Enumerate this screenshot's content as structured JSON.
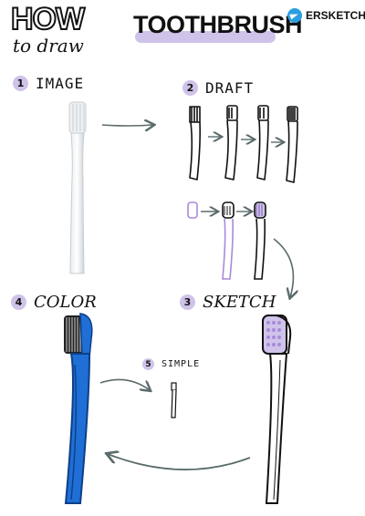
{
  "header": {
    "how": "HOW",
    "to_draw": "to draw",
    "title": "TOOTHBRUSH",
    "brand": "ERSKETCH",
    "brand_icon": "telegram-icon"
  },
  "steps": [
    {
      "number": "1",
      "label": "IMAGE"
    },
    {
      "number": "2",
      "label": "DRAFT"
    },
    {
      "number": "3",
      "label": "SKETCH"
    },
    {
      "number": "4",
      "label": "COLOR"
    },
    {
      "number": "5",
      "label": "SIMPLE"
    }
  ],
  "colors": {
    "accent_lavender": "#cfc3ea",
    "bristle_purple": "#a98ad9",
    "handle_blue": "#1f6fd6",
    "handle_blue_dark": "#0d3f86",
    "arrow_gray": "#5b6b6b",
    "ink": "#111111"
  }
}
